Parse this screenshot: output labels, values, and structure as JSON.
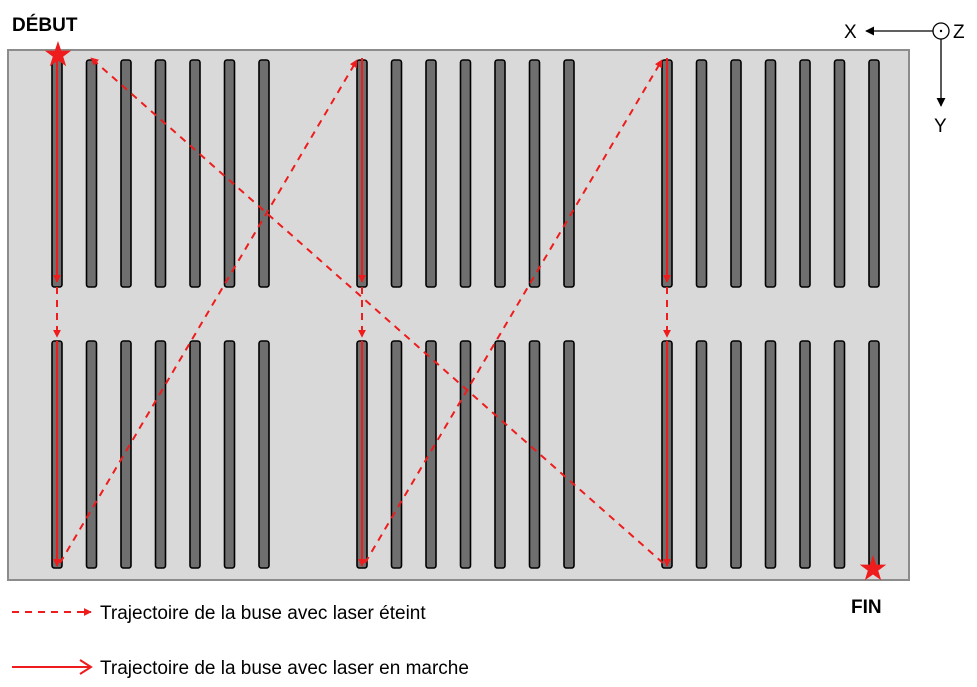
{
  "labels": {
    "start": "DÉBUT",
    "end": "FIN"
  },
  "axes": {
    "x": "X",
    "y": "Y",
    "z": "Z"
  },
  "legend": {
    "laser_off": "Trajectoire de la buse avec laser éteint",
    "laser_on": "Trajectoire de la buse avec laser en marche"
  },
  "colors": {
    "plate": "#d9d9d9",
    "plate_border": "#8c8c8c",
    "track": "#6f6f6f",
    "path": "#ee1c1c",
    "marker": "#ee1c1c"
  },
  "icons": {
    "start_marker": "star-icon",
    "end_marker": "star-icon"
  }
}
